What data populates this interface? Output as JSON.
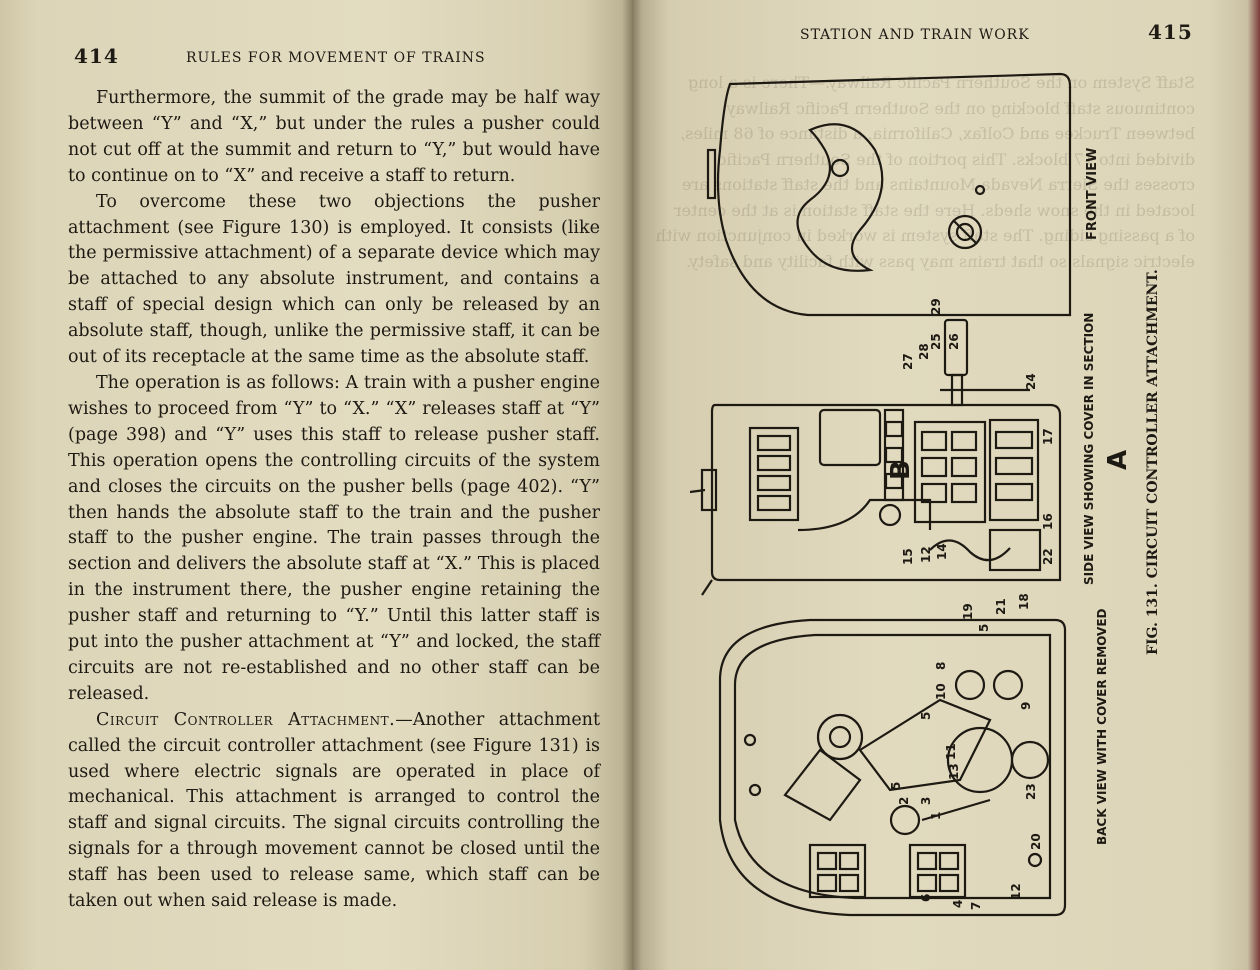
{
  "left_page": {
    "page_number": "414",
    "running_head": "RULES FOR MOVEMENT OF TRAINS",
    "paragraphs": [
      "Furthermore, the summit of the grade may be half way between “Y” and “X,” but under the rules a pusher could not cut off at the summit and return to “Y,” but would have to continue on to “X” and receive a staff to return.",
      "To overcome these two objections the pusher attachment (see Figure 130) is employed. It consists (like the permissive attachment) of a separate device which may be attached to any absolute instrument, and contains a staff of special design which can only be released by an absolute staff, though, unlike the permissive staff, it can be out of its receptacle at the same time as the absolute staff.",
      "The operation is as follows: A train with a pusher engine wishes to proceed from “Y” to “X.” “X” releases staff at “Y” (page 398) and “Y” uses this staff to release pusher staff. This operation opens the controlling circuits of the system and closes the circuits on the pusher bells (page 402). “Y” then hands the absolute staff to the train and the pusher staff to the pusher engine. The train passes through the section and delivers the absolute staff at “X.” This is placed in the instrument there, the pusher engine retaining the pusher staff and returning to “Y.” Until this latter staff is put into the pusher attachment at “Y” and locked, the staff circuits are not re-established and no other staff can be released."
    ],
    "last_paragraph": {
      "heading": "Circuit Controller Attachment.",
      "body": "—Another attachment called the circuit controller attachment (see Figure 131) is used where electric signals are operated in place of mechanical. This attachment is arranged to control the staff and signal circuits. The signal circuits controlling the signals for a through movement cannot be closed until the staff has been used to release same, which staff can be taken out when said release is made."
    }
  },
  "right_page": {
    "page_number": "415",
    "running_head": "STATION AND TRAIN WORK",
    "figure": {
      "caption": "FIG. 131. CIRCUIT CONTROLLER ATTACHMENT.",
      "view_labels": {
        "front": "FRONT VIEW",
        "side": "SIDE VIEW SHOWING COVER IN SECTION",
        "back": "BACK VIEW WITH COVER REMOVED"
      },
      "letter_a": "A",
      "letter_b": "B",
      "callouts": [
        "29",
        "26",
        "25",
        "28",
        "27",
        "24",
        "17",
        "16",
        "22",
        "15",
        "12",
        "14",
        "18",
        "21",
        "19",
        "5",
        "8",
        "10",
        "5",
        "9",
        "11",
        "13",
        "23",
        "5",
        "2",
        "3",
        "1",
        "20",
        "12",
        "6",
        "4",
        "7"
      ]
    },
    "bleed_through_text": "Staff System on the Southern Pacific Railway.—There is a long continuous staff blocking on the Southern Pacific Railway between Truckee and Colfax, California, a distance of 68 miles, divided into 17 blocks. This portion of the Southern Pacific crosses the Sierra Nevada Mountains and the staff stations are located in the snow sheds. Here the staff station is at the center of a passing siding. The staff system is worked in conjunction with electric signals so that trains may pass with facility and safety."
  },
  "colors": {
    "paper": "#e1dabf",
    "ink": "#1d1913",
    "book_edge": "#7a3a3a"
  }
}
